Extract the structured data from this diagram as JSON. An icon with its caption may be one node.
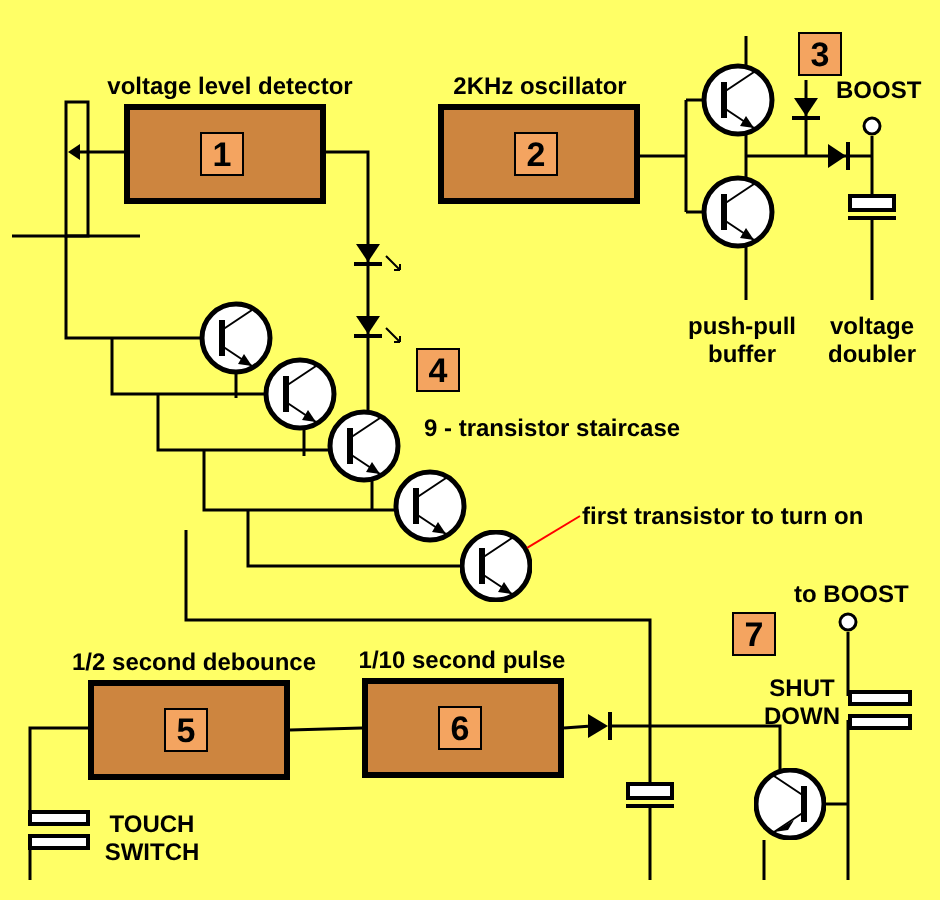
{
  "diagram": {
    "nodes": [
      {
        "text": [
          "voltage level detector",
          "1"
        ]
      },
      {
        "text": [
          "2KHz oscillator",
          "2"
        ]
      },
      {
        "text": [
          "1/2 second debounce",
          "5"
        ]
      },
      {
        "text": [
          "1/10 second pulse",
          "6"
        ]
      },
      {
        "text": [
          "first transistor to turn on"
        ]
      },
      {
        "text": [],
        "shape": "circle"
      },
      {
        "text": [],
        "shape": "circle"
      },
      {
        "text": [],
        "shape": "triangle"
      }
    ],
    "edges": [
      {
        "from": 4,
        "to": 5,
        "arrow": "none",
        "color": "#ff0000"
      },
      {
        "from": 2,
        "to": 3,
        "arrow": "none",
        "color": "#000000"
      },
      {
        "from": 3,
        "to": 7,
        "arrow": "none",
        "color": "#000000"
      },
      {
        "from": 7,
        "to": 6,
        "arrow": "none",
        "color": "#000000"
      }
    ],
    "labels": [
      "3",
      "BOOST",
      "push-pull buffer",
      "voltage doubler",
      "4",
      "9 - transistor staircase",
      "to BOOST",
      "7",
      "SHUT DOWN",
      "TOUCH SWITCH"
    ]
  }
}
